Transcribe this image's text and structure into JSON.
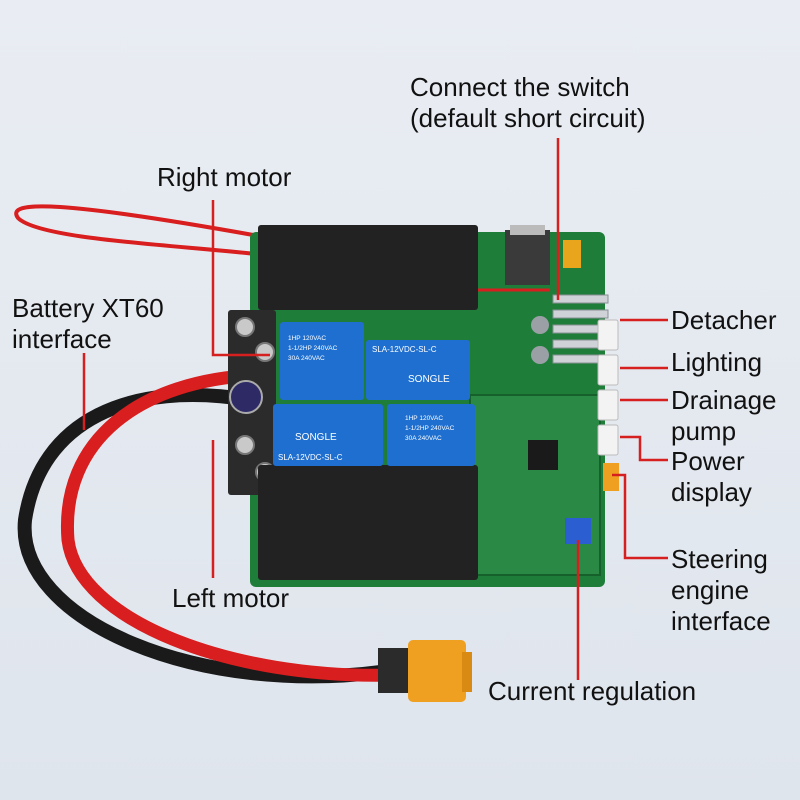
{
  "labels": {
    "switch": [
      "Connect the switch",
      "(default short circuit)"
    ],
    "right_motor": "Right motor",
    "battery": [
      "Battery XT60",
      "interface"
    ],
    "detacher": "Detacher",
    "lighting": "Lighting",
    "drainage": [
      "Drainage",
      "pump"
    ],
    "power_display": [
      "Power",
      "display"
    ],
    "steering": [
      "Steering",
      "engine",
      "interface"
    ],
    "left_motor": "Left motor",
    "current": "Current regulation"
  },
  "board_print": {
    "relay_brand": "SONGLE",
    "relay_model": "SLA-12VDC-SL-C",
    "relay_rating_a": [
      "1HP 120VAC",
      "1-1/2HP 240VAC",
      "30A 240VAC"
    ],
    "relay_rating_b": [
      "1HP 120VAC",
      "1-1/2HP 240VAC",
      "30A 240VAC"
    ]
  },
  "colors": {
    "pcb": "#1f7d3a",
    "pcb_dark": "#15602b",
    "relay": "#1f6fd0",
    "cover": "#222222",
    "wire_red": "#d81e1e",
    "wire_black": "#1a1a1a",
    "connector": "#f0a020",
    "leader": "#d62020"
  }
}
